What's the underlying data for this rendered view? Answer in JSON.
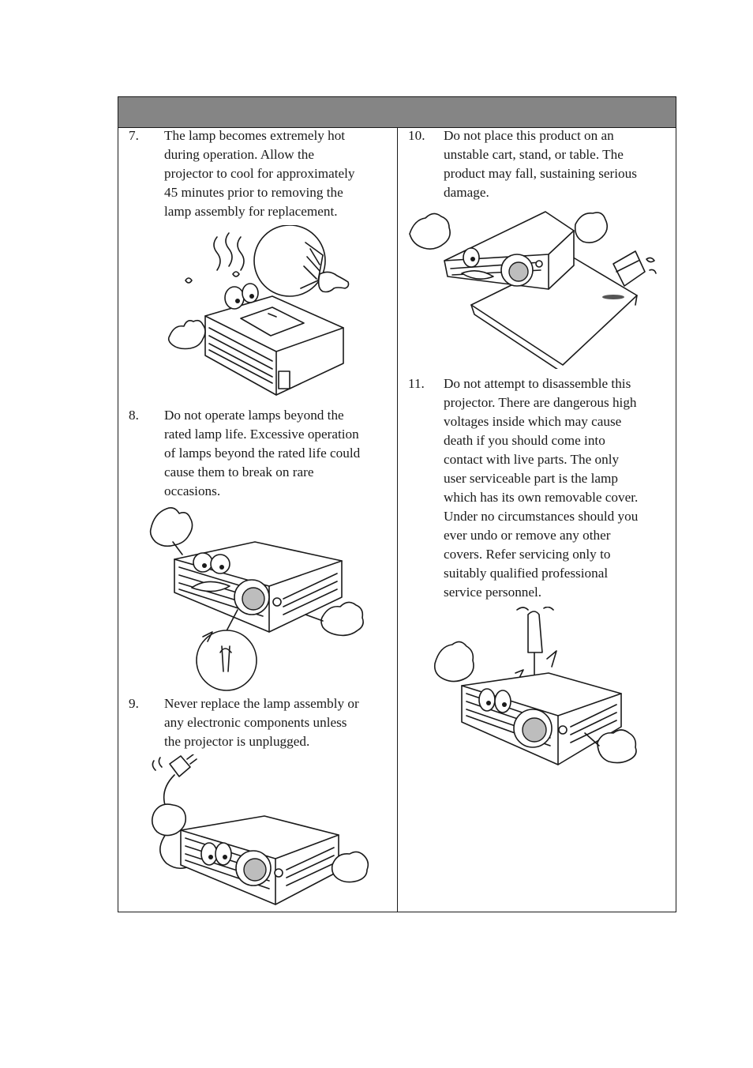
{
  "items": [
    {
      "number": "7.",
      "text": "The lamp becomes extremely hot\nduring operation. Allow the\nprojector to cool for approximately\n45 minutes prior to removing the\nlamp assembly for replacement."
    },
    {
      "number": "8.",
      "text": "Do not operate lamps beyond the\nrated lamp life. Excessive operation\nof lamps beyond the rated life could\ncause them to break on rare\noccasions."
    },
    {
      "number": "9.",
      "text": "Never replace the lamp assembly or\nany electronic components unless\nthe projector is unplugged."
    },
    {
      "number": "10.",
      "text": "Do not place this product on an\nunstable cart, stand, or table. The\nproduct may fall, sustaining serious\ndamage."
    },
    {
      "number": "11.",
      "text": "Do not attempt to disassemble this\nprojector. There are dangerous high\nvoltages inside which may cause\ndeath if you should come into\ncontact with live parts. The only\nuser serviceable part is the lamp\nwhich has its own removable cover.\nUnder no circumstances should you\never undo or remove any other\ncovers. Refer servicing only to\nsuitably qualified professional\nservice personnel."
    }
  ],
  "illustrations": [
    {
      "icon": "hot-projector-illustration"
    },
    {
      "icon": "lamp-life-illustration"
    },
    {
      "icon": "unplugged-projector-illustration"
    },
    {
      "icon": "falling-projector-illustration"
    },
    {
      "icon": "screwdriver-disassembly-illustration"
    }
  ]
}
